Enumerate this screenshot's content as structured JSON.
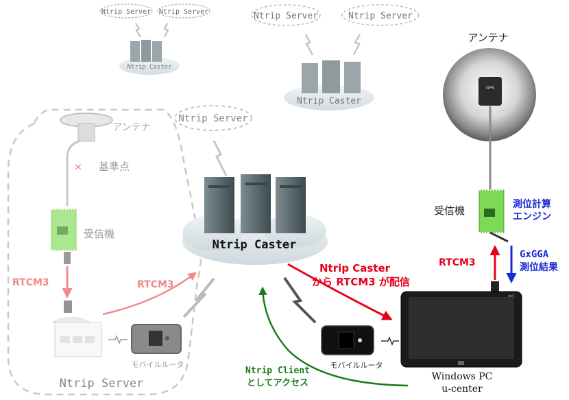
{
  "colors": {
    "rtcm_red": "#e8001c",
    "rtcm_faded": "#f28a8a",
    "client_green": "#1a7a1a",
    "result_blue": "#1a2bd6",
    "dashed_gray": "#c8c8c8",
    "cloud": "#dfe6ea",
    "server_body": "#55666b",
    "board_green": "#7ed957"
  },
  "background_casters": [
    {
      "servers": [
        "Ntrip Server",
        "Ntrip Server"
      ],
      "caster_label": "Ntrip Caster"
    },
    {
      "servers": [
        "Ntrip Server",
        "Ntrip Server"
      ],
      "caster_label": "Ntrip Caster"
    }
  ],
  "main_caster": {
    "server_bubble": "Ntrip Server",
    "caster_label": "Ntrip Caster"
  },
  "base_station": {
    "antenna_label": "アンテナ",
    "reference_point_label": "基準点",
    "receiver_label": "受信機",
    "rtcm_link_label": "RTCM3",
    "rtcm_upload_label": "RTCM3",
    "router_label": "モバイルルータ",
    "group_label": "Ntrip Server"
  },
  "rover": {
    "antenna_label": "アンテナ",
    "gps_chip_label": "GPS",
    "receiver_label": "受信機",
    "engine_label_line1": "測位計算",
    "engine_label_line2": "エンジン",
    "rtcm_up_label": "RTCM3",
    "result_line1": "GxGGA",
    "result_line2": "測位結果",
    "router_label": "モバイルルータ",
    "pc_line1": "Windows PC",
    "pc_line2": "u-center",
    "tablet_brand": "dell"
  },
  "flows": {
    "caster_line1": "Ntrip Caster",
    "caster_line2": "から RTCM3 が配信",
    "client_line1": "Ntrip Client",
    "client_line2": "としてアクセス"
  }
}
